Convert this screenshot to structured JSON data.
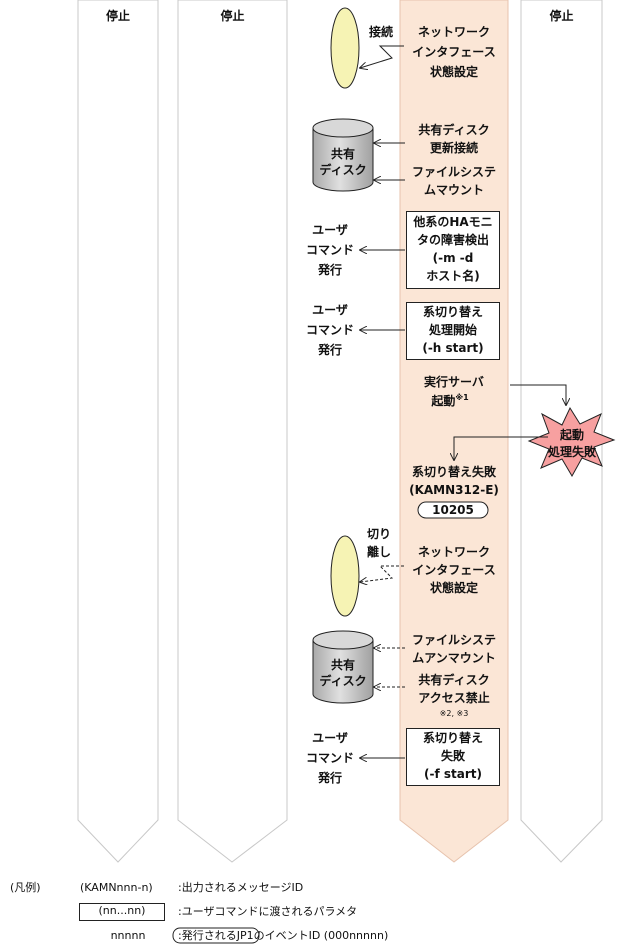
{
  "columns": [
    {
      "id": "c1",
      "label": "停止"
    },
    {
      "id": "c2",
      "label": "停止"
    },
    {
      "id": "c4",
      "label": "停止"
    }
  ],
  "steps": {
    "connect": "接続",
    "nic1_l1": "ネットワーク",
    "nic1_l2": "インタフェース",
    "nic1_l3": "状態設定",
    "disk_l1": "共有",
    "disk_l2": "ディスク",
    "share1_l1": "共有ディスク",
    "share1_l2": "更新接続",
    "fs1_l1": "ファイルシステ",
    "fs1_l2": "ムマウント",
    "user_l1": "ユーザ",
    "user_l2": "コマンド",
    "user_l3": "発行",
    "ha_l1": "他系のHAモニ",
    "ha_l2": "タの障害検出",
    "ha_l3": "(-m -d",
    "ha_l4": "ホスト名)",
    "sw_l1": "系切り替え",
    "sw_l2": "処理開始",
    "sw_l3": "(-h start)",
    "exec_l1": "実行サーバ",
    "exec_l2": "起動",
    "note1": "※1",
    "burst_l1": "起動",
    "burst_l2": "処理失敗",
    "fail_l1": "系切り替え失敗",
    "fail_l2": "(KAMN312-E)",
    "event_id": "10205",
    "detach_l1": "切り",
    "detach_l2": "離し",
    "fs2_l1": "ファイルシステ",
    "fs2_l2": "ムアンマウント",
    "share2_l1": "共有ディスク",
    "share2_l2": "アクセス禁止",
    "note23": "※2, ※3",
    "swf_l1": "系切り替え",
    "swf_l2": "失敗",
    "swf_l3": "(-f start)"
  },
  "legend": {
    "title": "(凡例)",
    "msg_sample": "(KAMNnnn-n)",
    "msg_desc": ":出力されるメッセージID",
    "param_sample": "(nn...nn)",
    "param_desc": ":ユーザコマンドに渡されるパラメタ",
    "event_sample": "nnnnn",
    "event_desc": ":発行されるJP1のイベントID (000nnnnn)"
  },
  "colors": {
    "active_column": "#fbe6d6",
    "nic_ellipse": "#f6f3b4",
    "disk": "#c9c9c9",
    "burst": "#f7a0a0"
  }
}
